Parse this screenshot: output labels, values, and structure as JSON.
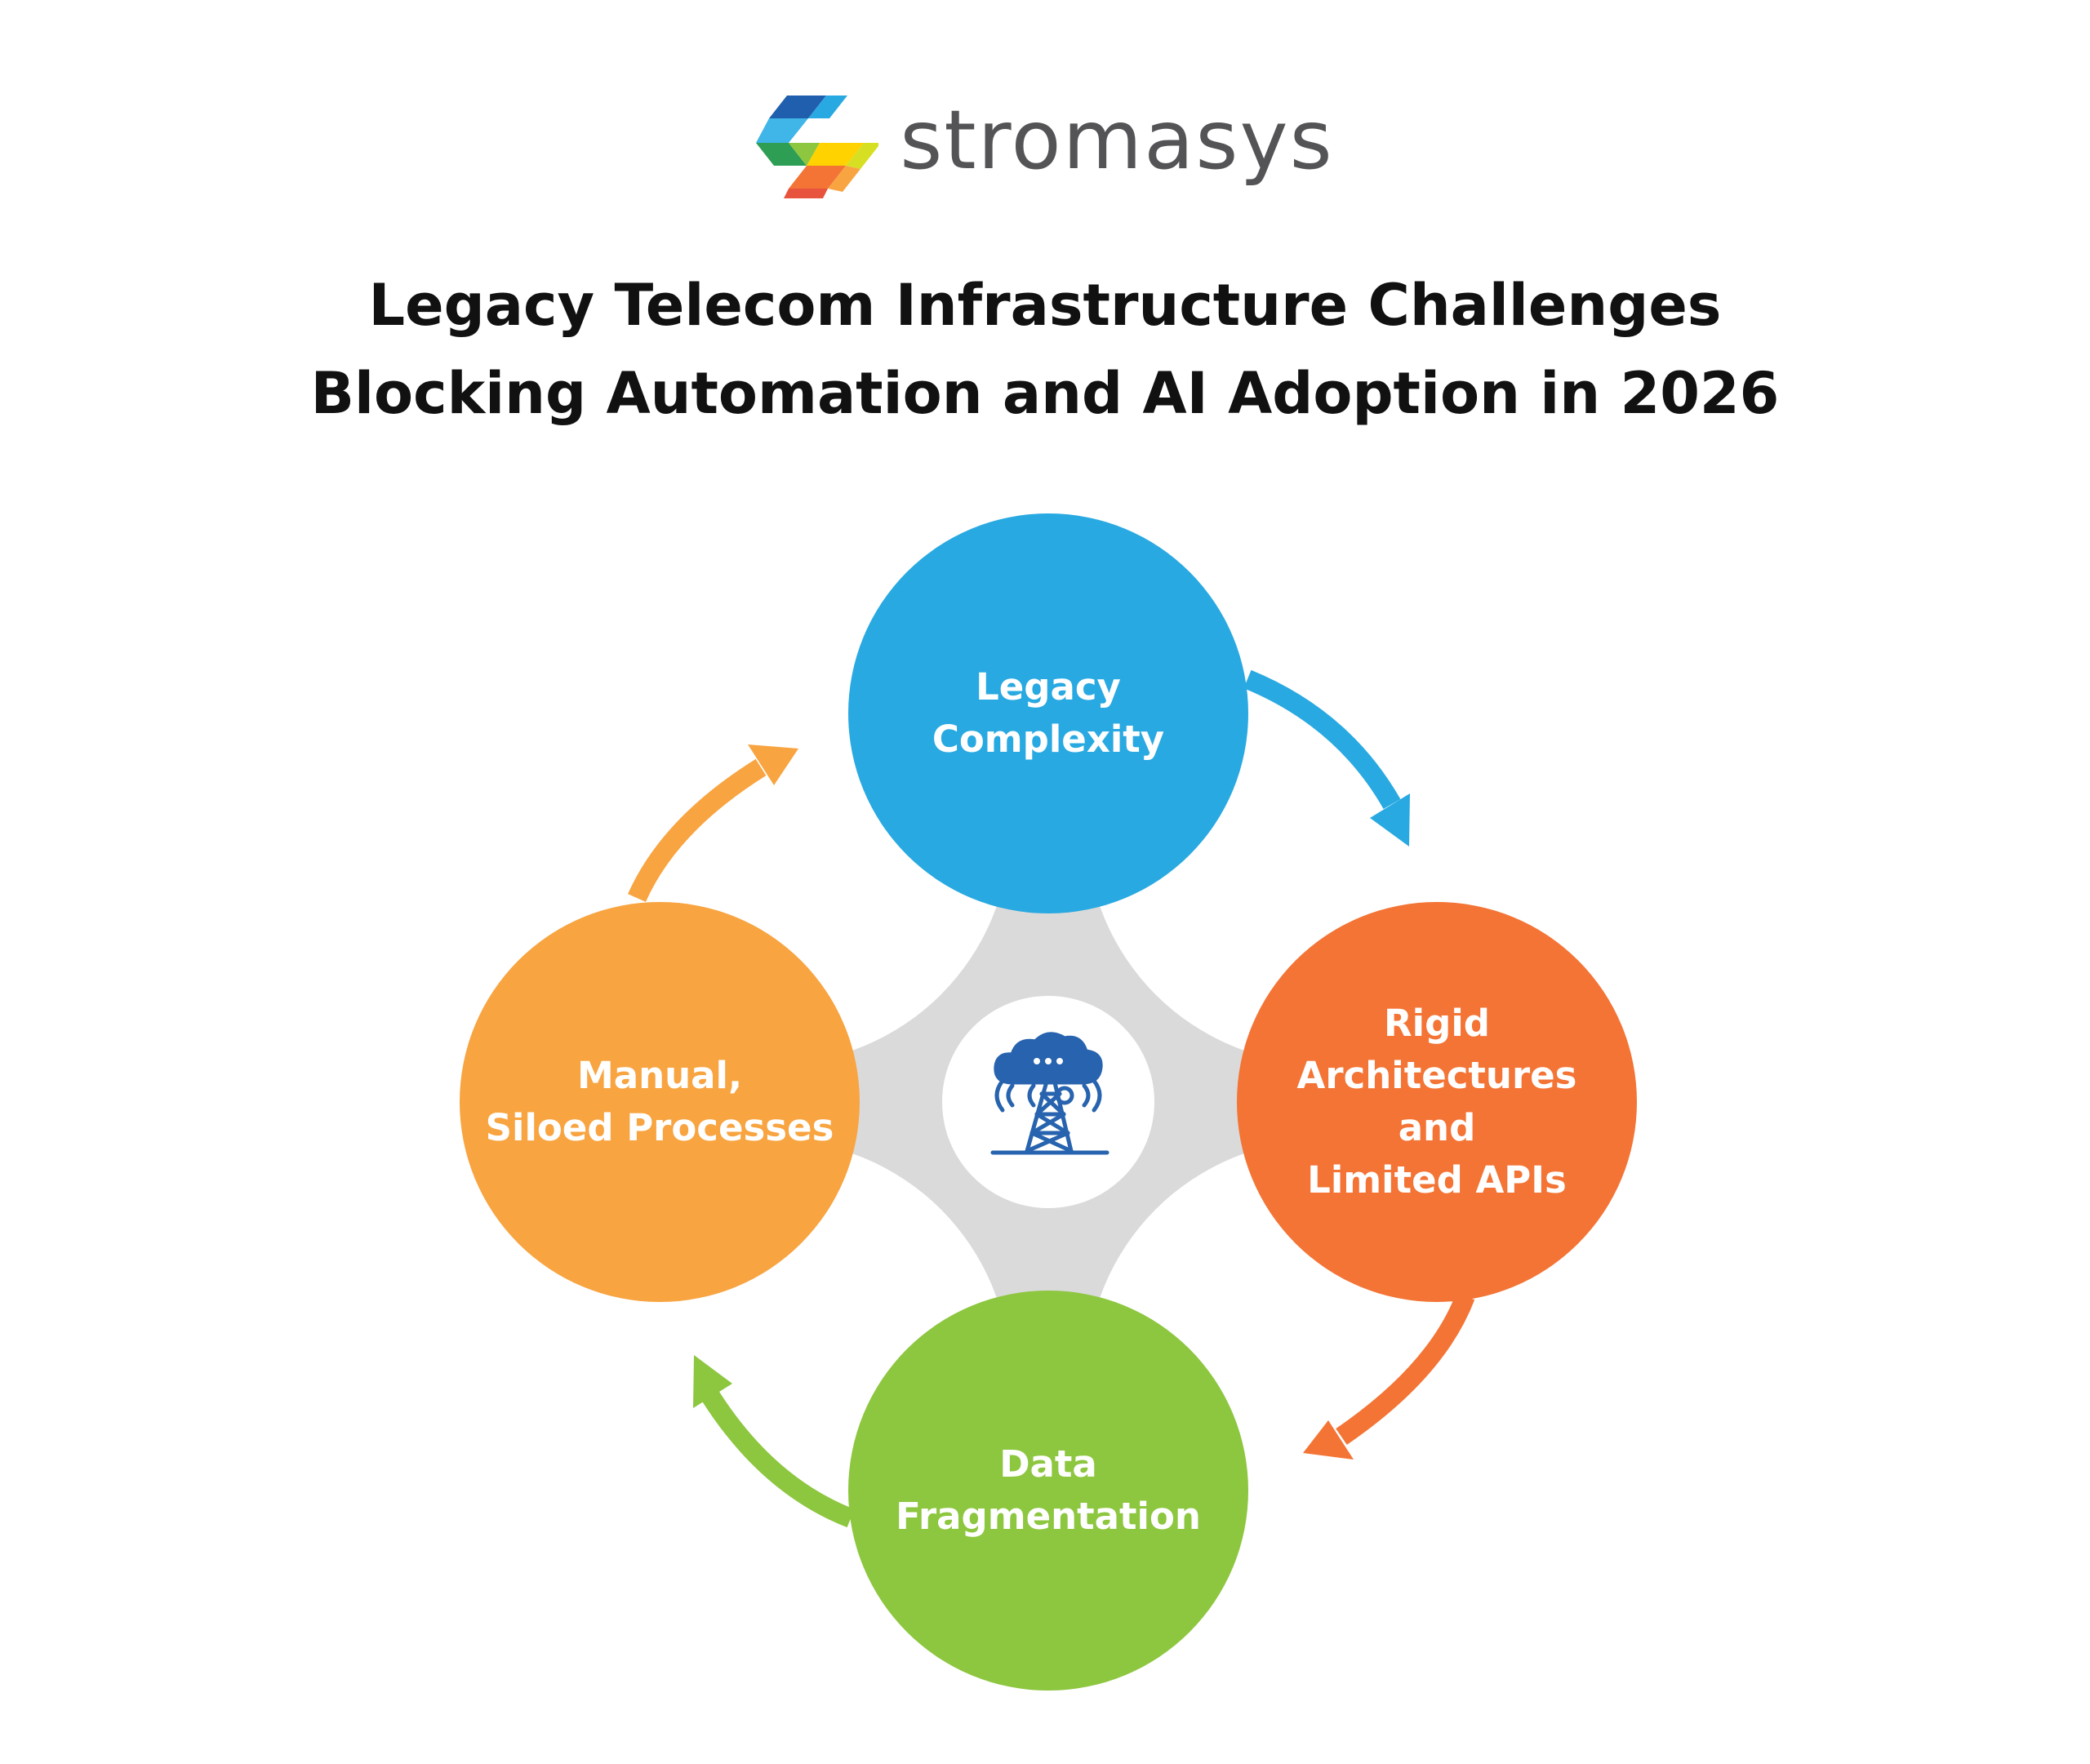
{
  "brand": {
    "name": "stromasys"
  },
  "title": {
    "line1": "Legacy Telecom Infrastructure Challenges",
    "line2": "Blocking Automation and AI Adoption in 2026"
  },
  "colors": {
    "blue": "#29A9E1",
    "orange_red": "#F37435",
    "green": "#8DC63F",
    "orange": "#F8A441",
    "hub": "#DADADA",
    "icon": "#2763AE"
  },
  "center": {
    "icon": "cloud-telecom-tower-icon"
  },
  "nodes": [
    {
      "id": "legacy-complexity",
      "color": "#29A9E1",
      "lines": [
        "Legacy",
        "Complexity"
      ]
    },
    {
      "id": "rigid-architectures",
      "color": "#F37435",
      "lines": [
        "Rigid",
        "Architectures",
        "and",
        "Limited APIs"
      ]
    },
    {
      "id": "data-fragmentation",
      "color": "#8DC63F",
      "lines": [
        "Data",
        "Fragmentation"
      ]
    },
    {
      "id": "manual-siloed-processes",
      "color": "#F8A441",
      "lines": [
        "Manual,",
        "Siloed Processes"
      ]
    }
  ],
  "flow": [
    {
      "from": "legacy-complexity",
      "to": "rigid-architectures",
      "color": "#29A9E1"
    },
    {
      "from": "rigid-architectures",
      "to": "data-fragmentation",
      "color": "#F37435"
    },
    {
      "from": "data-fragmentation",
      "to": "manual-siloed-processes",
      "color": "#8DC63F"
    },
    {
      "from": "manual-siloed-processes",
      "to": "legacy-complexity",
      "color": "#F8A441"
    }
  ]
}
